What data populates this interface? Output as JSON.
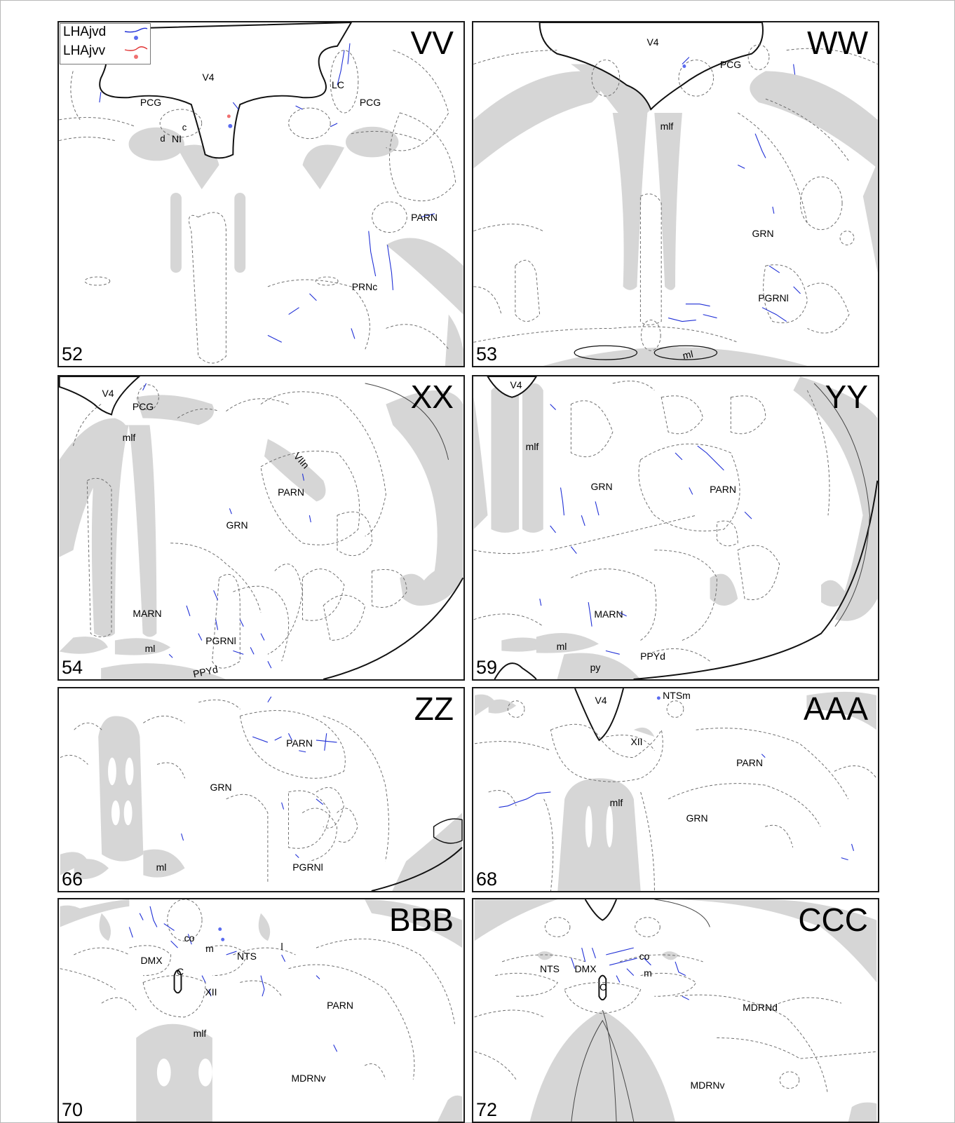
{
  "legend": {
    "items": [
      {
        "label": "LHAjvd",
        "color": "#1f2fd6",
        "dot_color": "#5b6cf0"
      },
      {
        "label": "LHAjvv",
        "color": "#e03030",
        "dot_color": "#f07070"
      }
    ]
  },
  "colors": {
    "fiber_tract": "#d6d6d6",
    "region_border": "#6e6e6e",
    "panel_border": "#1a1a1a"
  },
  "panels": [
    {
      "id": "VV",
      "letter": "VV",
      "level": "52",
      "labels": [
        "V4",
        "PCG",
        "PCG",
        "LC",
        "NI",
        "c",
        "d",
        "PARN",
        "PRNc"
      ]
    },
    {
      "id": "WW",
      "letter": "WW",
      "level": "53",
      "labels": [
        "V4",
        "PCG",
        "mlf",
        "GRN",
        "PGRNl",
        "ml"
      ]
    },
    {
      "id": "XX",
      "letter": "XX",
      "level": "54",
      "labels": [
        "V4",
        "PCG",
        "mlf",
        "VIIn",
        "PARN",
        "GRN",
        "MARN",
        "PGRNl",
        "ml",
        "PPYd"
      ]
    },
    {
      "id": "YY",
      "letter": "YY",
      "level": "59",
      "labels": [
        "V4",
        "mlf",
        "GRN",
        "PARN",
        "MARN",
        "ml",
        "PPYd",
        "py"
      ]
    },
    {
      "id": "ZZ",
      "letter": "ZZ",
      "level": "66",
      "labels": [
        "PARN",
        "GRN",
        "ml",
        "PGRNl"
      ]
    },
    {
      "id": "AAA",
      "letter": "AAA",
      "level": "68",
      "labels": [
        "V4",
        "NTSm",
        "XII",
        "PARN",
        "mlf",
        "GRN"
      ]
    },
    {
      "id": "BBB",
      "letter": "BBB",
      "level": "70",
      "labels": [
        "co",
        "m",
        "NTS",
        "l",
        "DMX",
        "C",
        "XII",
        "PARN",
        "mlf",
        "MDRNv"
      ]
    },
    {
      "id": "CCC",
      "letter": "CCC",
      "level": "72",
      "labels": [
        "co",
        "NTS",
        "DMX",
        "m",
        "C",
        "MDRNd",
        "MDRNv"
      ]
    }
  ]
}
